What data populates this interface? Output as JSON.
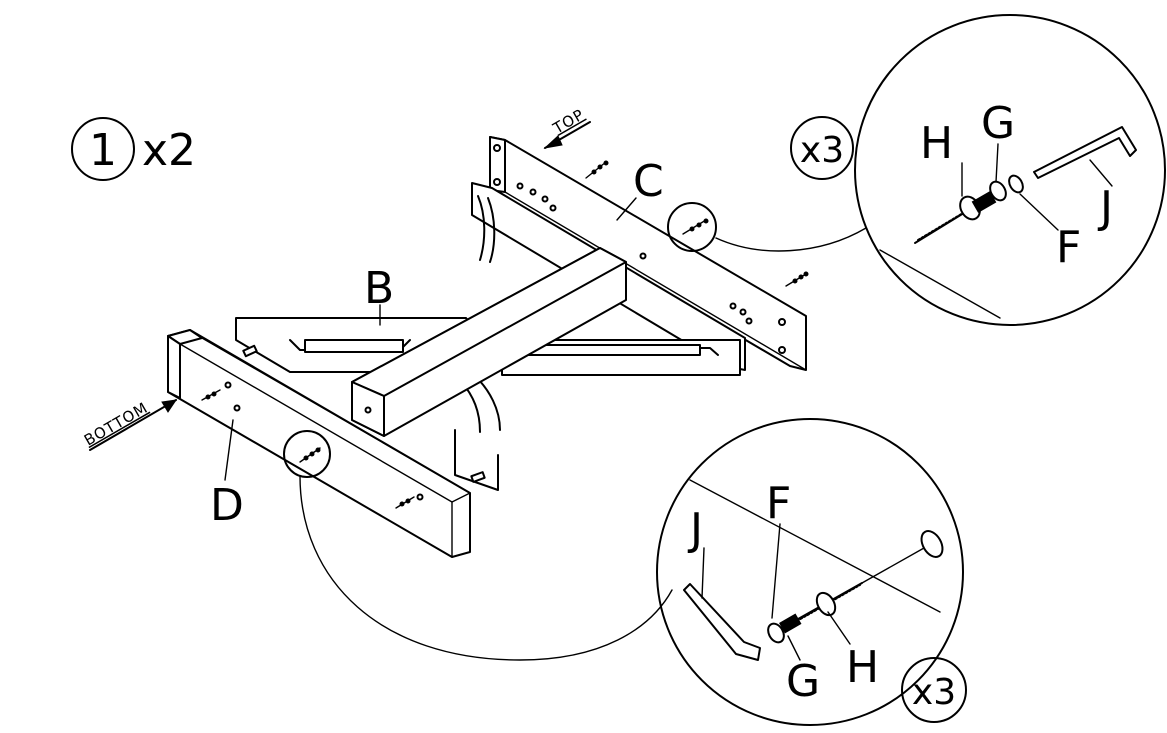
{
  "step": {
    "number": "1",
    "multiplier": "x2"
  },
  "orientation": {
    "top": "TOP",
    "bottom": "BOTTOM"
  },
  "parts": {
    "b": "B",
    "c": "C",
    "d": "D"
  },
  "detail_top": {
    "count": "x3",
    "labels": {
      "h": "H",
      "g": "G",
      "f": "F",
      "j": "J"
    }
  },
  "detail_bottom": {
    "count": "x3",
    "labels": {
      "j": "J",
      "f": "F",
      "g": "G",
      "h": "H"
    }
  }
}
